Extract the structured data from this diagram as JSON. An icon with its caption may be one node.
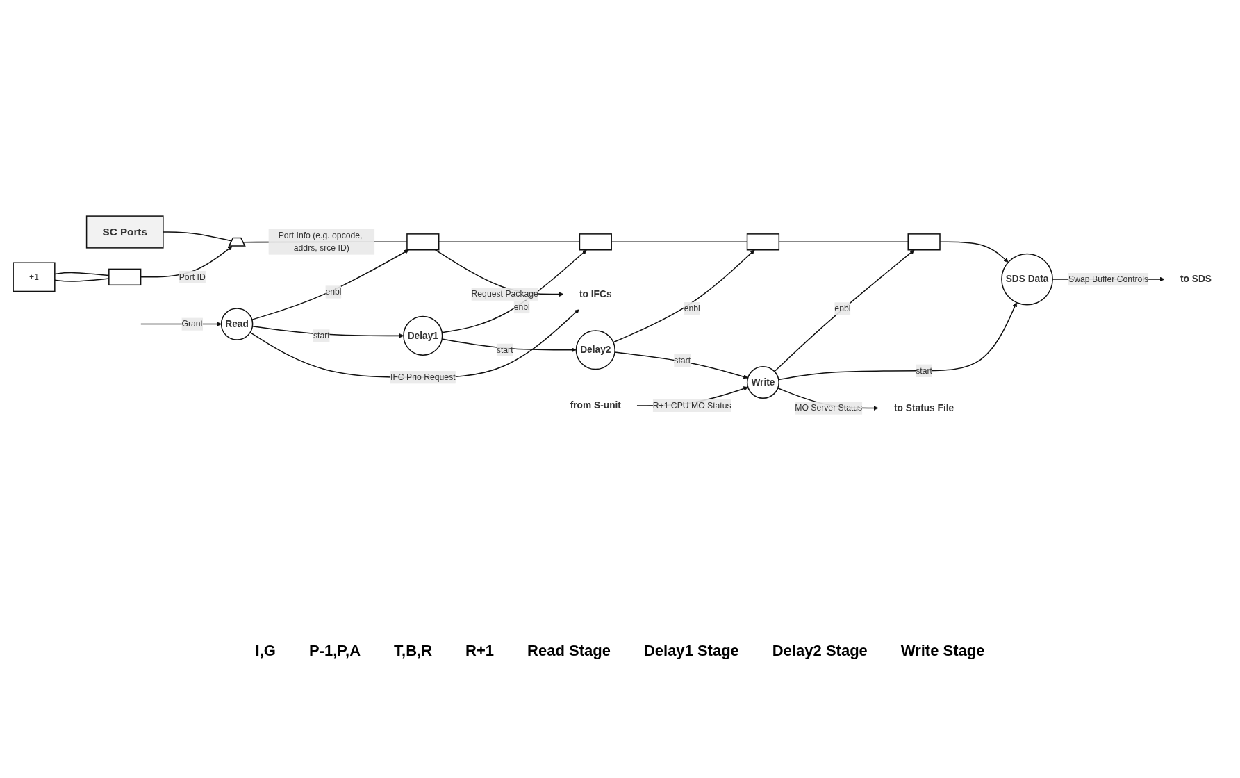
{
  "diagram": {
    "nodes": [
      {
        "text": [
          "Read"
        ]
      },
      {
        "text": [
          "Delay1"
        ]
      },
      {
        "text": [
          "Delay2"
        ]
      },
      {
        "text": [
          "Write"
        ]
      },
      {
        "text": [
          "SDS Data"
        ]
      },
      {
        "text": [],
        "shape": "bar"
      },
      {
        "text": [],
        "shape": "bar"
      },
      {
        "text": [],
        "shape": "bar"
      },
      {
        "text": [],
        "shape": "bar"
      },
      {
        "text": [
          "SC Ports"
        ]
      },
      {
        "text": [],
        "shape": "trapezoid"
      },
      {
        "text": [
          "+1"
        ]
      },
      {
        "text": [],
        "shape": "bar"
      },
      {
        "text": [
          "to IFCs"
        ]
      },
      {
        "text": [
          "from S-unit"
        ]
      },
      {
        "text": [
          "to Status File"
        ]
      },
      {
        "text": [
          "to SDS"
        ]
      }
    ],
    "edges": [
      {
        "from": null,
        "to": 0,
        "arrow": "to",
        "label": "Grant"
      },
      {
        "from": 0,
        "to": 13,
        "arrow": "to",
        "label": "IFC Prio Request"
      },
      {
        "from": 5,
        "to": 13,
        "arrow": "to",
        "label": "Request Package"
      },
      {
        "from": 0,
        "to": 1,
        "arrow": "to",
        "label": "start"
      },
      {
        "from": 1,
        "to": 2,
        "arrow": "to",
        "label": "start"
      },
      {
        "from": 2,
        "to": 3,
        "arrow": "to",
        "label": "start"
      },
      {
        "from": 14,
        "to": 3,
        "arrow": "to",
        "label": "R+1 CPU MO Status"
      },
      {
        "from": 3,
        "to": 15,
        "arrow": "to",
        "label": "MO Server Status"
      },
      {
        "from": 3,
        "to": 4,
        "arrow": "to",
        "label": "start"
      },
      {
        "from": 0,
        "to": 5,
        "arrow": "to",
        "label": "enbl"
      },
      {
        "from": 1,
        "to": 6,
        "arrow": "to",
        "label": "enbl"
      },
      {
        "from": 2,
        "to": 7,
        "arrow": "to",
        "label": "enbl"
      },
      {
        "from": 3,
        "to": 8,
        "arrow": "to",
        "label": "enbl"
      },
      {
        "from": 9,
        "to": 10,
        "arrow": "none"
      },
      {
        "from": 10,
        "to": 5,
        "arrow": "none",
        "label": "Port Info (e.g. opcode, addrs, srce ID)"
      },
      {
        "from": 5,
        "to": 6,
        "arrow": "none"
      },
      {
        "from": 6,
        "to": 7,
        "arrow": "none"
      },
      {
        "from": 7,
        "to": 8,
        "arrow": "none"
      },
      {
        "from": 8,
        "to": 4,
        "arrow": "to"
      },
      {
        "from": 4,
        "to": 16,
        "arrow": "to",
        "label": "Swap Buffer Controls"
      },
      {
        "from": 12,
        "to": 10,
        "arrow": "to",
        "label": "Port ID"
      },
      {
        "from": 11,
        "to": 12,
        "arrow": "none"
      },
      {
        "from": 12,
        "to": 11,
        "arrow": "none"
      }
    ],
    "labels": [
      "I,G",
      "P-1,P,A",
      "T,B,R",
      "R+1",
      "Read Stage",
      "Delay1 Stage",
      "Delay2 Stage",
      "Write Stage"
    ]
  }
}
